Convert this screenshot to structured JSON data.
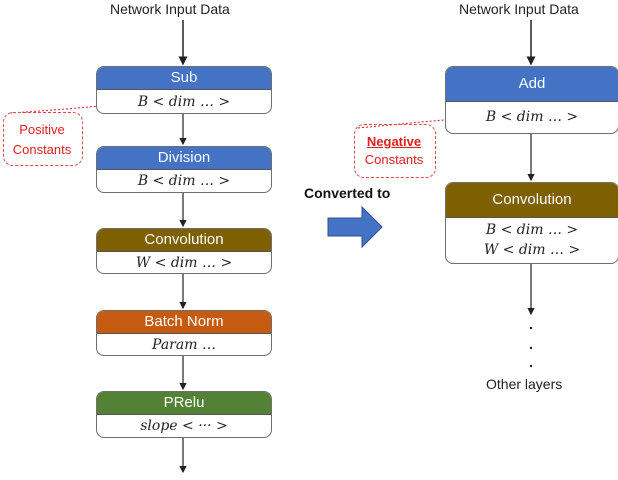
{
  "left": {
    "input_label": "Network Input Data",
    "layers": [
      {
        "name": "Sub",
        "param": "B < dim … >",
        "color": "#4472c4"
      },
      {
        "name": "Division",
        "param": "B < dim … >",
        "color": "#4472c4"
      },
      {
        "name": "Convolution",
        "param": "W < dim … >",
        "color": "#7f6000"
      },
      {
        "name": "Batch Norm",
        "param": "Param …",
        "color": "#c55a11"
      },
      {
        "name": "PRelu",
        "param": "slope < ··· >",
        "color": "#538135"
      }
    ],
    "annotation": {
      "line1": "Positive",
      "line2": "Constants",
      "color": "#e02020"
    }
  },
  "middle": {
    "label": "Converted to",
    "arrow_color": "#4472c4"
  },
  "right": {
    "input_label": "Network Input Data",
    "layers": [
      {
        "name": "Add",
        "param": "B < dim … >",
        "color": "#4472c4"
      },
      {
        "name": "Convolution",
        "param": "B < dim … >",
        "param2": "W < dim … >",
        "color": "#7f6000"
      }
    ],
    "annotation": {
      "line1": "Negative",
      "line2": "Constants",
      "color": "#e02020"
    },
    "footer": "Other layers"
  }
}
